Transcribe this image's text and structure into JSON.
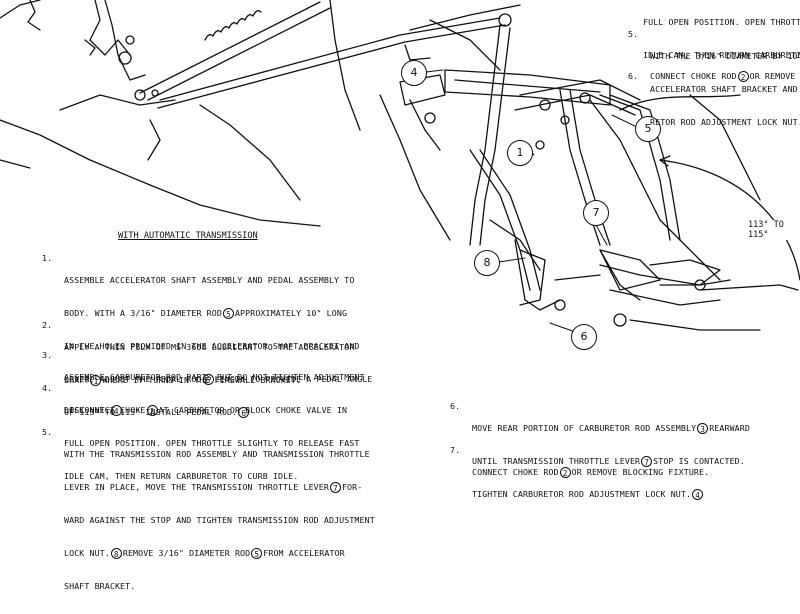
{
  "heading": "WITH AUTOMATIC TRANSMISSION",
  "angle_label": "113° TO 115°",
  "callouts": {
    "c1": "1",
    "c4": "4",
    "c5": "5",
    "c6": "6",
    "c7": "7",
    "c8": "8"
  },
  "top_right_fragment": {
    "line1": "FULL OPEN POSITION. OPEN THROTT",
    "line2": "IDLE CAM, THEN RETURN CARBURETI",
    "step5_num": "5.",
    "step5_l1": "WITH THE 3/16\" DIAMETER BY 10\" LO",
    "step5_l2": "ACCELERATOR SHAFT BRACKET AND",
    "step5_l3": "RETOR ROD ADJUSTMENT LOCK NUT.",
    "step6_num": "6.",
    "step6_a": "CONNECT CHOKE ROD",
    "step6_c": "2",
    "step6_b": "OR REMOVE"
  },
  "steps_left": [
    {
      "num": "1.",
      "l1a": "ASSEMBLE ACCELERATOR SHAFT ASSEMBLY AND PEDAL ASSEMBLY TO",
      "l2a": "BODY. WITH A 3/16\" DIAMETER ROD",
      "l2c": "5",
      "l2b": "APPROXIMATELY 10\" LONG",
      "l3a": "IN THE HOLES PROVIDED IN THE ACCELERATOR SHAFT BRACKET AND",
      "l4a": "LEVER, ADJUST THE PEDAL ROD",
      "l4c": "6",
      "l4b": "LENGTH TO PROVIDE A PEDAL ANGLE",
      "l5a": "OF 113° TO 115° INSTALL PEDAL ROD.",
      "l5c": "6"
    },
    {
      "num": "2.",
      "l1a": "APPLY A THIN FILM OF MS 3608 LUBRICANT TO THE ACCELERATOR",
      "l2a": "SHAFT",
      "l2c": "1",
      "l2b": "WHERE IT TURNS IN THE FIREWALL BRACKET."
    },
    {
      "num": "3.",
      "l1a": "ASSEMBLE CARBURETOR ROD PARTS BUT DO NOT TIGHTEN ADJUSTMENT",
      "l2a": "LOCK NUT.",
      "l2c": "4"
    },
    {
      "num": "4.",
      "l1a": "DISCONNECT CHOKE",
      "l1c": "2",
      "l1b": "AT CARBURETOR OR BLOCK CHOKE VALVE IN",
      "l2a": "FULL OPEN POSITION. OPEN THROTTLE SLIGHTLY TO RELEASE FAST",
      "l3a": "IDLE CAM, THEN RETURN CARBURETOR TO CURB IDLE."
    },
    {
      "num": "5.",
      "l1a": "WITH THE TRANSMISSION ROD ASSEMBLY AND TRANSMISSION THROTTLE",
      "l2a": "LEVER IN PLACE, MOVE THE TRANSMISSION THROTTLE LEVER",
      "l2c": "7",
      "l2b": "FOR-",
      "l3a": "WARD AGAINST THE STOP AND TIGHTEN TRANSMISSION ROD ADJUSTMENT",
      "l4a": "LOCK NUT.",
      "l4c": "8",
      "l4b": "REMOVE 3/16\" DIAMETER ROD",
      "l4c2": "5",
      "l4d": "FROM ACCELERATOR",
      "l5a": "SHAFT BRACKET."
    }
  ],
  "steps_right": [
    {
      "num": "6.",
      "l1a": "MOVE REAR PORTION OF CARBURETOR ROD ASSEMBLY",
      "l1c": "3",
      "l1b": "REARWARD",
      "l2a": "UNTIL TRANSMISSION THROTTLE LEVER",
      "l2c": "7",
      "l2b": "STOP IS CONTACTED.",
      "l3a": "TIGHTEN CARBURETOR ROD ADJUSTMENT LOCK NUT.",
      "l3c": "4"
    },
    {
      "num": "7.",
      "l1a": "CONNECT CHOKE ROD",
      "l1c": "2",
      "l1b": "OR REMOVE BLOCKING FIXTURE."
    }
  ]
}
